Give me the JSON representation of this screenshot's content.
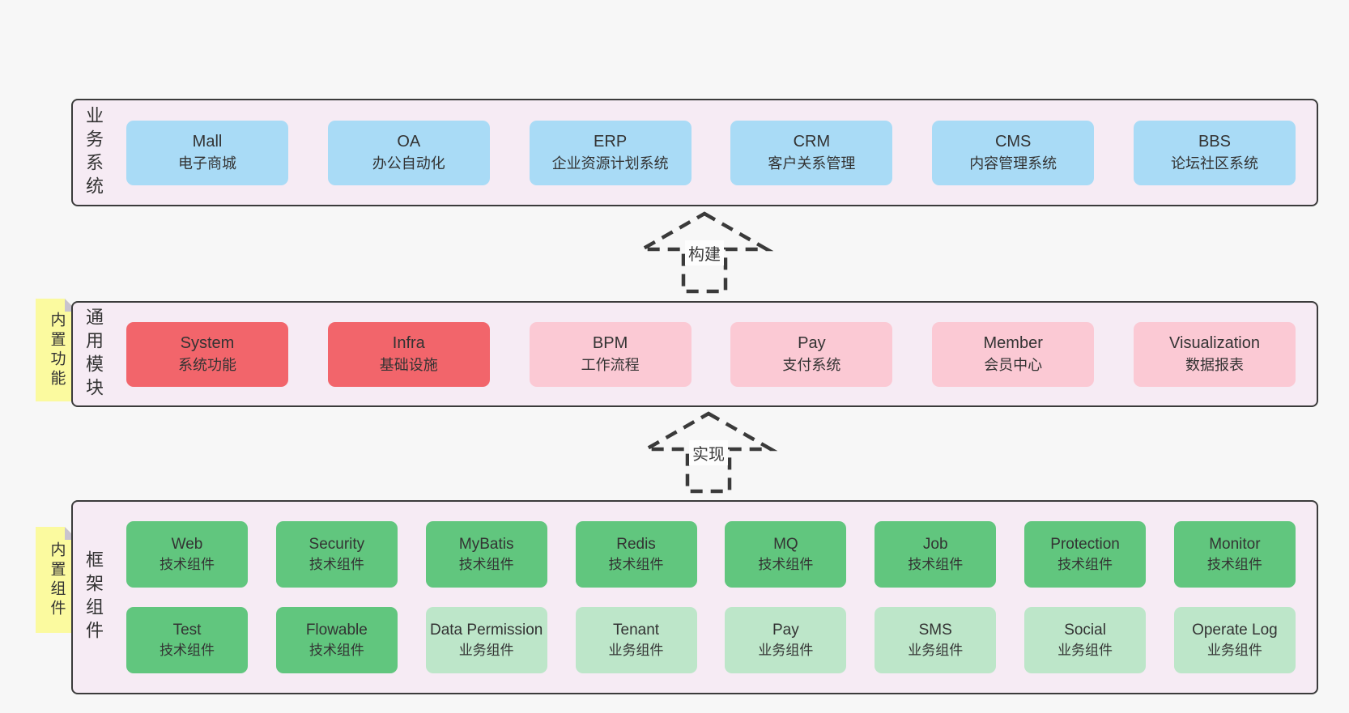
{
  "colors": {
    "page_bg": "#f7f7f7",
    "panel_bg": "#f6ebf4",
    "border": "#3b3b3b",
    "blue": "#a9dbf6",
    "red": "#f2656b",
    "pink": "#fbc9d4",
    "green": "#61c67e",
    "light_green": "#bde6c9",
    "sticky": "#fbfa9f",
    "fold": "#c9c4ce"
  },
  "arrows": [
    {
      "label": "构建"
    },
    {
      "label": "实现"
    }
  ],
  "sections": [
    {
      "label": "业务系统",
      "boxes": [
        {
          "title": "Mall",
          "subtitle": "电子商城",
          "variant": "blue"
        },
        {
          "title": "OA",
          "subtitle": "办公自动化",
          "variant": "blue"
        },
        {
          "title": "ERP",
          "subtitle": "企业资源计划系统",
          "variant": "blue"
        },
        {
          "title": "CRM",
          "subtitle": "客户关系管理",
          "variant": "blue"
        },
        {
          "title": "CMS",
          "subtitle": "内容管理系统",
          "variant": "blue"
        },
        {
          "title": "BBS",
          "subtitle": "论坛社区系统",
          "variant": "blue"
        }
      ]
    },
    {
      "label": "通用模块",
      "tag": "内置功能",
      "boxes": [
        {
          "title": "System",
          "subtitle": "系统功能",
          "variant": "red"
        },
        {
          "title": "Infra",
          "subtitle": "基础设施",
          "variant": "red"
        },
        {
          "title": "BPM",
          "subtitle": "工作流程",
          "variant": "pink"
        },
        {
          "title": "Pay",
          "subtitle": "支付系统",
          "variant": "pink"
        },
        {
          "title": "Member",
          "subtitle": "会员中心",
          "variant": "pink"
        },
        {
          "title": "Visualization",
          "subtitle": "数据报表",
          "variant": "pink"
        }
      ]
    },
    {
      "label": "框架组件",
      "tag": "内置组件",
      "rows": [
        [
          {
            "title": "Web",
            "subtitle": "技术组件",
            "variant": "green"
          },
          {
            "title": "Security",
            "subtitle": "技术组件",
            "variant": "green"
          },
          {
            "title": "MyBatis",
            "subtitle": "技术组件",
            "variant": "green"
          },
          {
            "title": "Redis",
            "subtitle": "技术组件",
            "variant": "green"
          },
          {
            "title": "MQ",
            "subtitle": "技术组件",
            "variant": "green"
          },
          {
            "title": "Job",
            "subtitle": "技术组件",
            "variant": "green"
          },
          {
            "title": "Protection",
            "subtitle": "技术组件",
            "variant": "green"
          },
          {
            "title": "Monitor",
            "subtitle": "技术组件",
            "variant": "green"
          }
        ],
        [
          {
            "title": "Test",
            "subtitle": "技术组件",
            "variant": "green"
          },
          {
            "title": "Flowable",
            "subtitle": "技术组件",
            "variant": "green"
          },
          {
            "title": "Data Permission",
            "subtitle": "业务组件",
            "variant": "lgreen"
          },
          {
            "title": "Tenant",
            "subtitle": "业务组件",
            "variant": "lgreen"
          },
          {
            "title": "Pay",
            "subtitle": "业务组件",
            "variant": "lgreen"
          },
          {
            "title": "SMS",
            "subtitle": "业务组件",
            "variant": "lgreen"
          },
          {
            "title": "Social",
            "subtitle": "业务组件",
            "variant": "lgreen"
          },
          {
            "title": "Operate Log",
            "subtitle": "业务组件",
            "variant": "lgreen"
          }
        ]
      ]
    }
  ]
}
